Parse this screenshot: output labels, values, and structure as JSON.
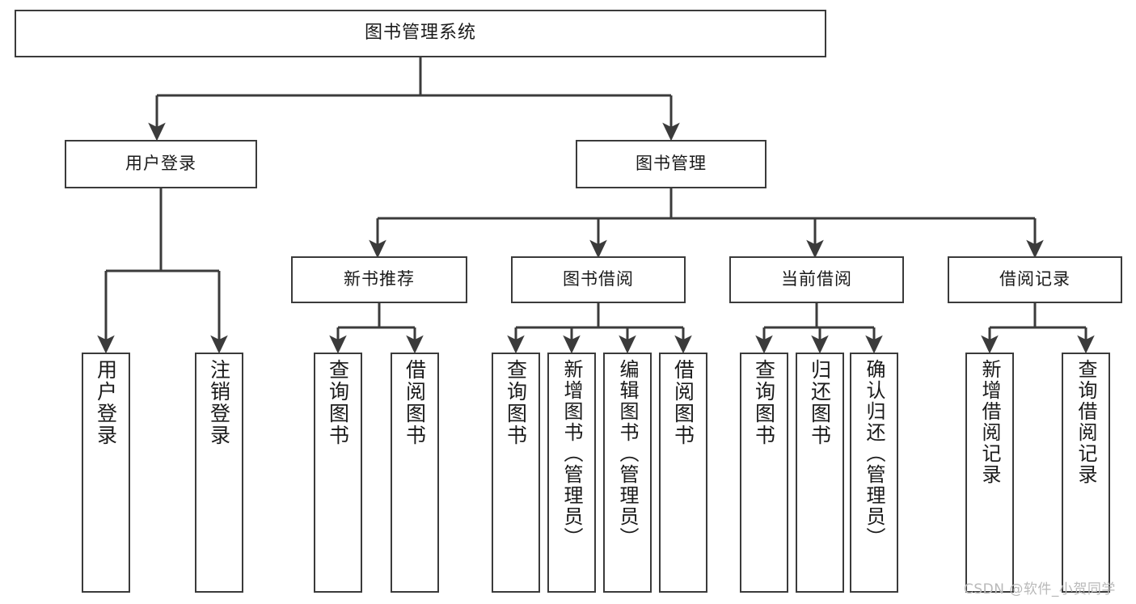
{
  "diagram": {
    "type": "tree-hierarchy",
    "title": "图书管理系统",
    "watermark": "CSDN @软件_小贺同学",
    "colors": {
      "box_border": "#3b3b3b",
      "box_fill": "#ffffff",
      "edge": "#3b3b3b",
      "text": "#1a1a1a",
      "watermark": "#b9b9b9",
      "background": "#ffffff"
    },
    "root": {
      "label": "图书管理系统"
    },
    "level1": [
      {
        "label": "用户登录"
      },
      {
        "label": "图书管理"
      }
    ],
    "level2": [
      {
        "label": "新书推荐"
      },
      {
        "label": "图书借阅"
      },
      {
        "label": "当前借阅"
      },
      {
        "label": "借阅记录"
      }
    ],
    "leaves": {
      "user_login": [
        {
          "label": "用户登录"
        },
        {
          "label": "注销登录"
        }
      ],
      "new_book": [
        {
          "label": "查询图书"
        },
        {
          "label": "借阅图书"
        }
      ],
      "book_borrow": [
        {
          "label": "查询图书"
        },
        {
          "label": "新增图书（管理员）"
        },
        {
          "label": "编辑图书（管理员）"
        },
        {
          "label": "借阅图书"
        }
      ],
      "current_borrow": [
        {
          "label": "查询图书"
        },
        {
          "label": "归还图书"
        },
        {
          "label": "确认归还（管理员）"
        }
      ],
      "borrow_record": [
        {
          "label": "新增借阅记录"
        },
        {
          "label": "查询借阅记录"
        }
      ]
    }
  }
}
